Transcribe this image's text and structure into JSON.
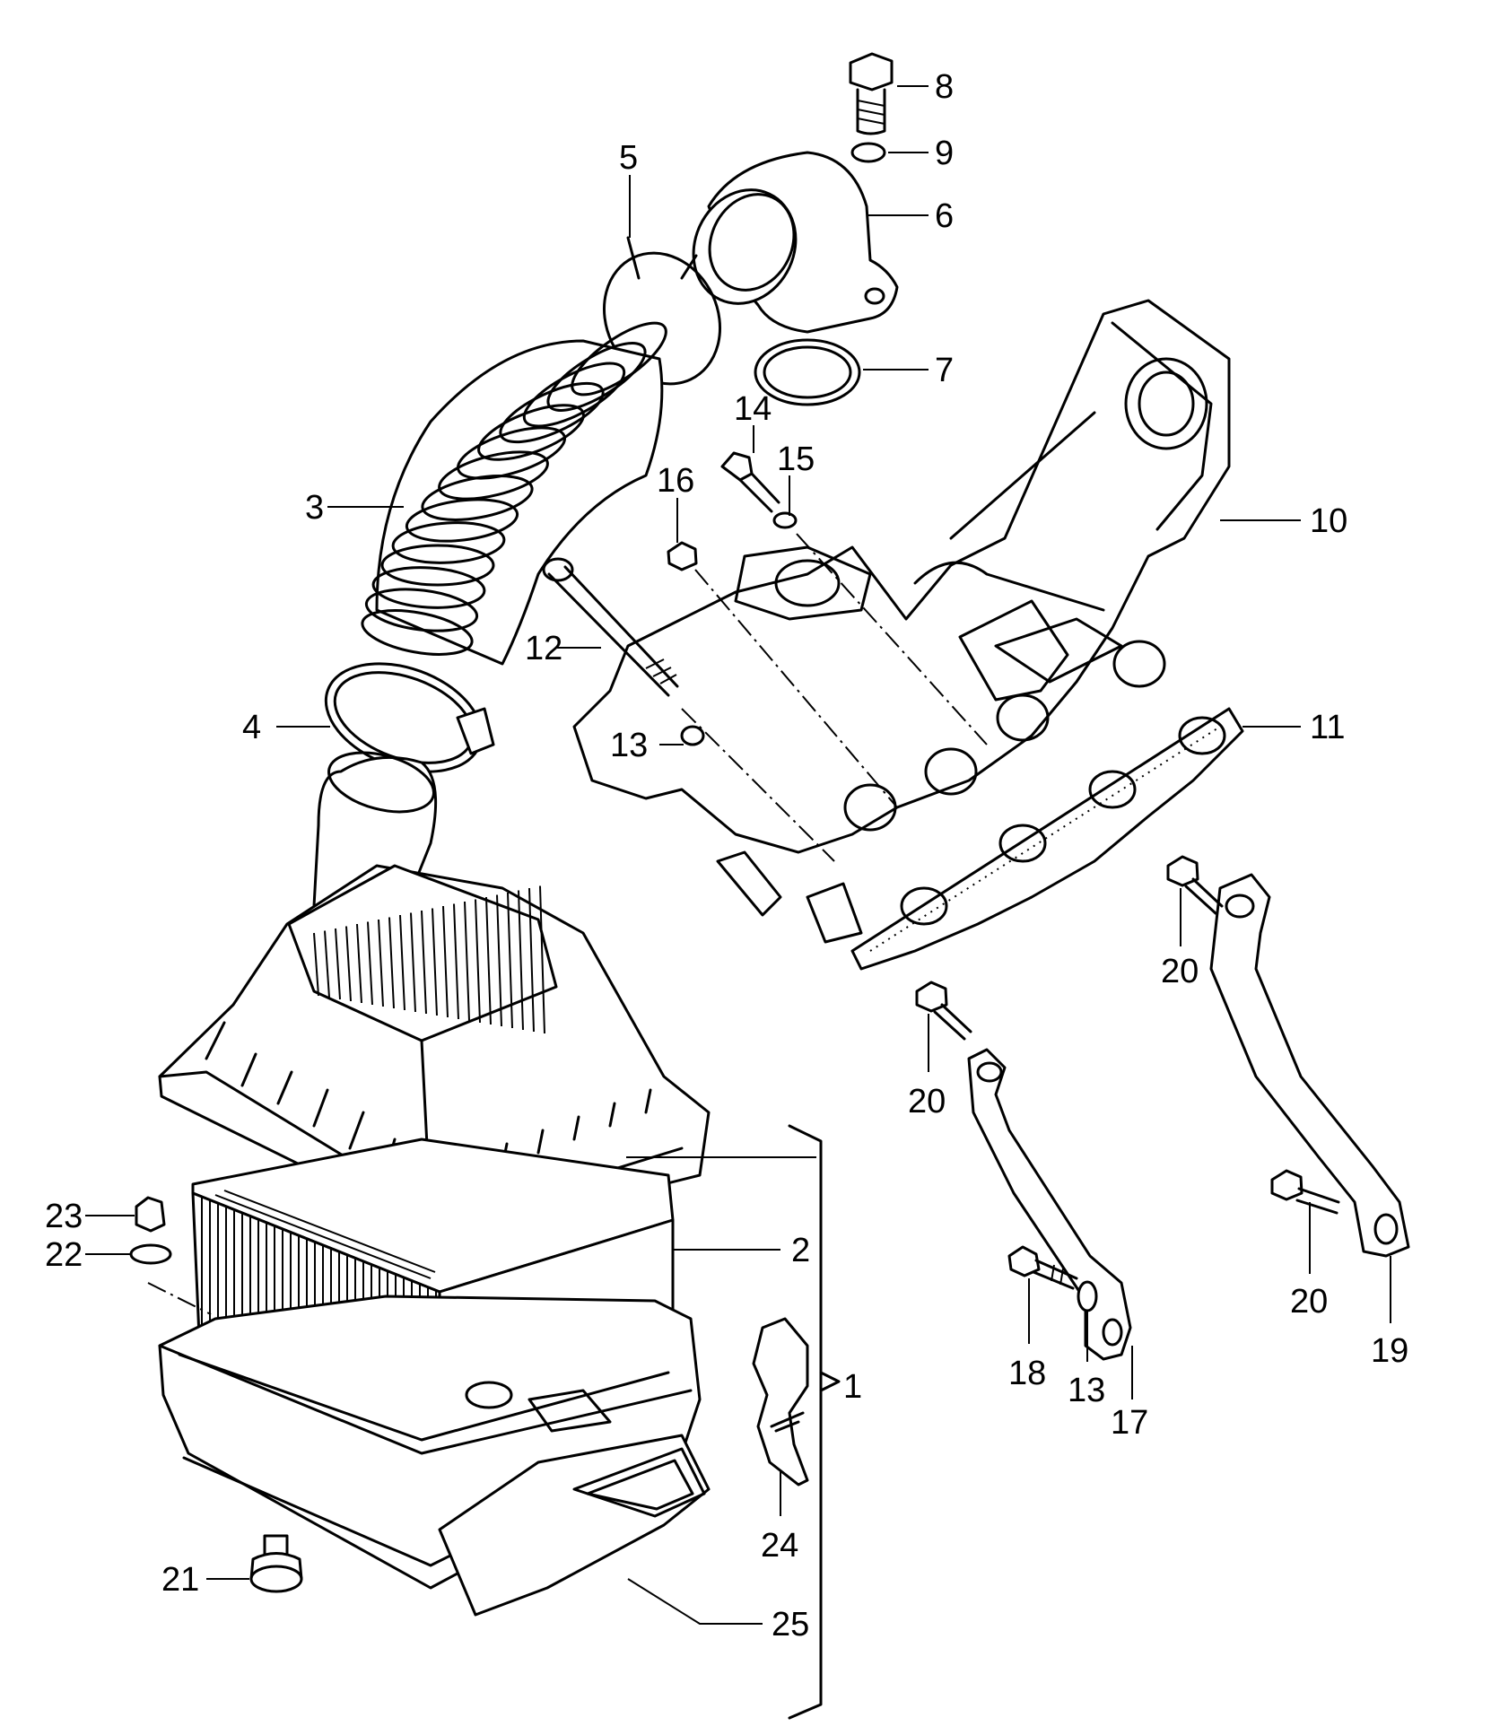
{
  "callouts": [
    {
      "id": "c1",
      "label": "1"
    },
    {
      "id": "c2",
      "label": "2"
    },
    {
      "id": "c3",
      "label": "3"
    },
    {
      "id": "c4",
      "label": "4"
    },
    {
      "id": "c5",
      "label": "5"
    },
    {
      "id": "c6",
      "label": "6"
    },
    {
      "id": "c7",
      "label": "7"
    },
    {
      "id": "c8",
      "label": "8"
    },
    {
      "id": "c9",
      "label": "9"
    },
    {
      "id": "c10",
      "label": "10"
    },
    {
      "id": "c11",
      "label": "11"
    },
    {
      "id": "c12",
      "label": "12"
    },
    {
      "id": "c13a",
      "label": "13"
    },
    {
      "id": "c13b",
      "label": "13"
    },
    {
      "id": "c14",
      "label": "14"
    },
    {
      "id": "c15",
      "label": "15"
    },
    {
      "id": "c16",
      "label": "16"
    },
    {
      "id": "c17",
      "label": "17"
    },
    {
      "id": "c18",
      "label": "18"
    },
    {
      "id": "c19",
      "label": "19"
    },
    {
      "id": "c20a",
      "label": "20"
    },
    {
      "id": "c20b",
      "label": "20"
    },
    {
      "id": "c20c",
      "label": "20"
    },
    {
      "id": "c21",
      "label": "21"
    },
    {
      "id": "c22",
      "label": "22"
    },
    {
      "id": "c23",
      "label": "23"
    },
    {
      "id": "c24",
      "label": "24"
    },
    {
      "id": "c25",
      "label": "25"
    }
  ]
}
